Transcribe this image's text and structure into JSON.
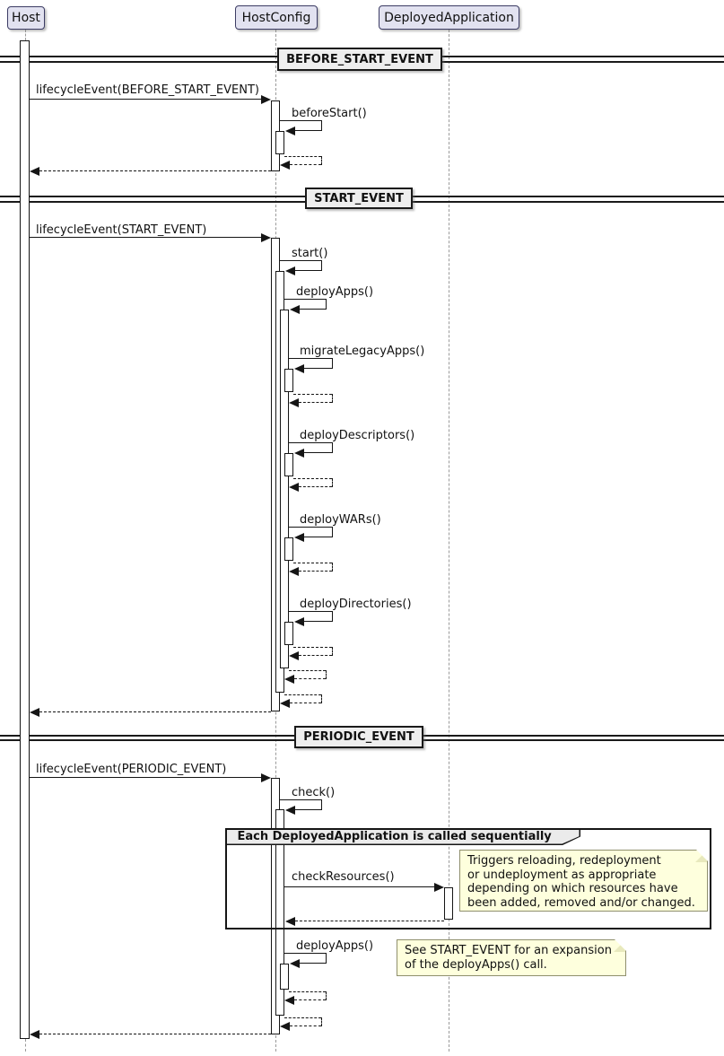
{
  "participants": [
    {
      "name": "Host"
    },
    {
      "name": "HostConfig"
    },
    {
      "name": "DeployedApplication"
    }
  ],
  "dividers": [
    {
      "label": "BEFORE_START_EVENT"
    },
    {
      "label": "START_EVENT"
    },
    {
      "label": "PERIODIC_EVENT"
    }
  ],
  "messages": {
    "lifecycle_before": "lifecycleEvent(BEFORE_START_EVENT)",
    "before_start": "beforeStart()",
    "lifecycle_start": "lifecycleEvent(START_EVENT)",
    "start": "start()",
    "deploy_apps": "deployApps()",
    "migrate_legacy_apps": "migrateLegacyApps()",
    "deploy_descriptors": "deployDescriptors()",
    "deploy_wars": "deployWARs()",
    "deploy_directories": "deployDirectories()",
    "lifecycle_periodic": "lifecycleEvent(PERIODIC_EVENT)",
    "check": "check()",
    "check_resources": "checkResources()",
    "deploy_apps_periodic": "deployApps()"
  },
  "group": {
    "title": "Each DeployedApplication is called sequentially"
  },
  "notes": {
    "check_resources_note": "Triggers reloading, redeployment\nor undeployment as appropriate\ndepending on which resources have\nbeen added, removed and/or changed.",
    "deploy_apps_note": "See START_EVENT for an expansion\nof the deployApps() call."
  },
  "colors": {
    "participant_fill": "#E2E2F0",
    "divider_fill": "#EEEEEE",
    "note_fill": "#FEFFDD",
    "line": "#151515",
    "lifeline": "#9A9A9A"
  }
}
